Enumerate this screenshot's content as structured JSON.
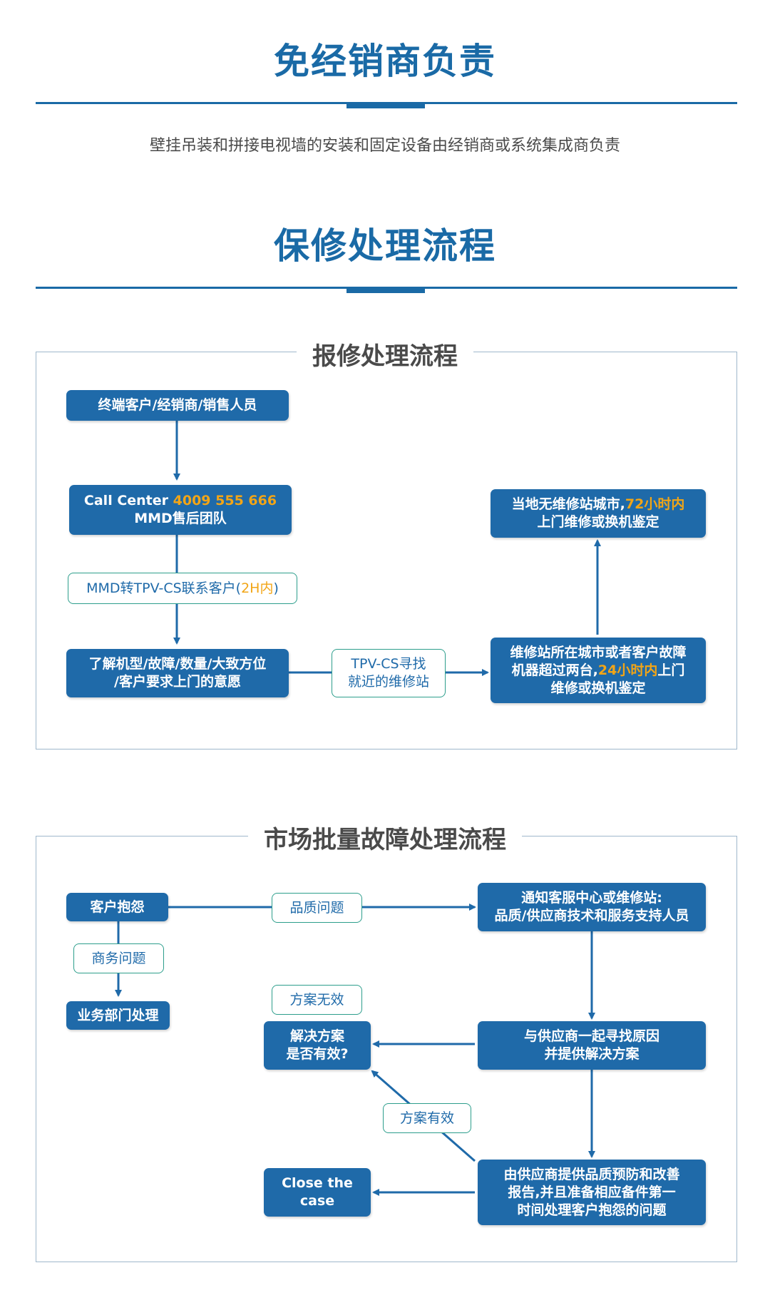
{
  "section1": {
    "title": "免经销商负责",
    "subtitle": "壁挂吊装和拼接电视墙的安装和固定设备由经销商或系统集成商负责"
  },
  "section2": {
    "title": "保修处理流程"
  },
  "panel1": {
    "title": "报修处理流程",
    "box_customer": "终端客户/经销商/销售人员",
    "box_callcenter_prefix": "Call Center ",
    "box_callcenter_phone": "4009 555 666",
    "box_callcenter_team": "MMD售后团队",
    "tag_transfer_prefix": "MMD转TPV-CS联系客户(",
    "tag_transfer_hl": "2H内",
    "tag_transfer_suffix": ")",
    "box_understand_l1": "了解机型/故障/数量/大致方位",
    "box_understand_l2": "/客户要求上门的意愿",
    "tag_find_l1": "TPV-CS寻找",
    "tag_find_l2": "就近的维修站",
    "box_station_l1": "维修站所在城市或者客户故障",
    "box_station_l2_a": "机器超过两台,",
    "box_station_l2_hl": "24小时内",
    "box_station_l2_b": "上门",
    "box_station_l3": "维修或换机鉴定",
    "box_nostation_l1_a": "当地无维修站城市,",
    "box_nostation_l1_hl": "72小时内",
    "box_nostation_l2": "上门维修或换机鉴定"
  },
  "panel2": {
    "title": "市场批量故障处理流程",
    "box_complaint": "客户抱怨",
    "tag_quality": "品质问题",
    "tag_business": "商务问题",
    "box_dept": "业务部门处理",
    "box_notify_l1": "通知客服中心或维修站:",
    "box_notify_l2": "品质/供应商技术和服务支持人员",
    "tag_invalid": "方案无效",
    "box_effective_l1": "解决方案",
    "box_effective_l2": "是否有效?",
    "box_supplier_l1": "与供应商一起寻找原因",
    "box_supplier_l2": "并提供解决方案",
    "tag_valid": "方案有效",
    "box_close_l1": "Close the",
    "box_close_l2": "case",
    "box_report_l1": "由供应商提供品质预防和改善",
    "box_report_l2": "报告,并且准备相应备件第一",
    "box_report_l3": "时间处理客户抱怨的问题"
  },
  "colors": {
    "accent": "#1a6aa6",
    "box": "#1f6aa9",
    "highlight": "#f2a516",
    "tag_border": "#2d9e8c"
  }
}
